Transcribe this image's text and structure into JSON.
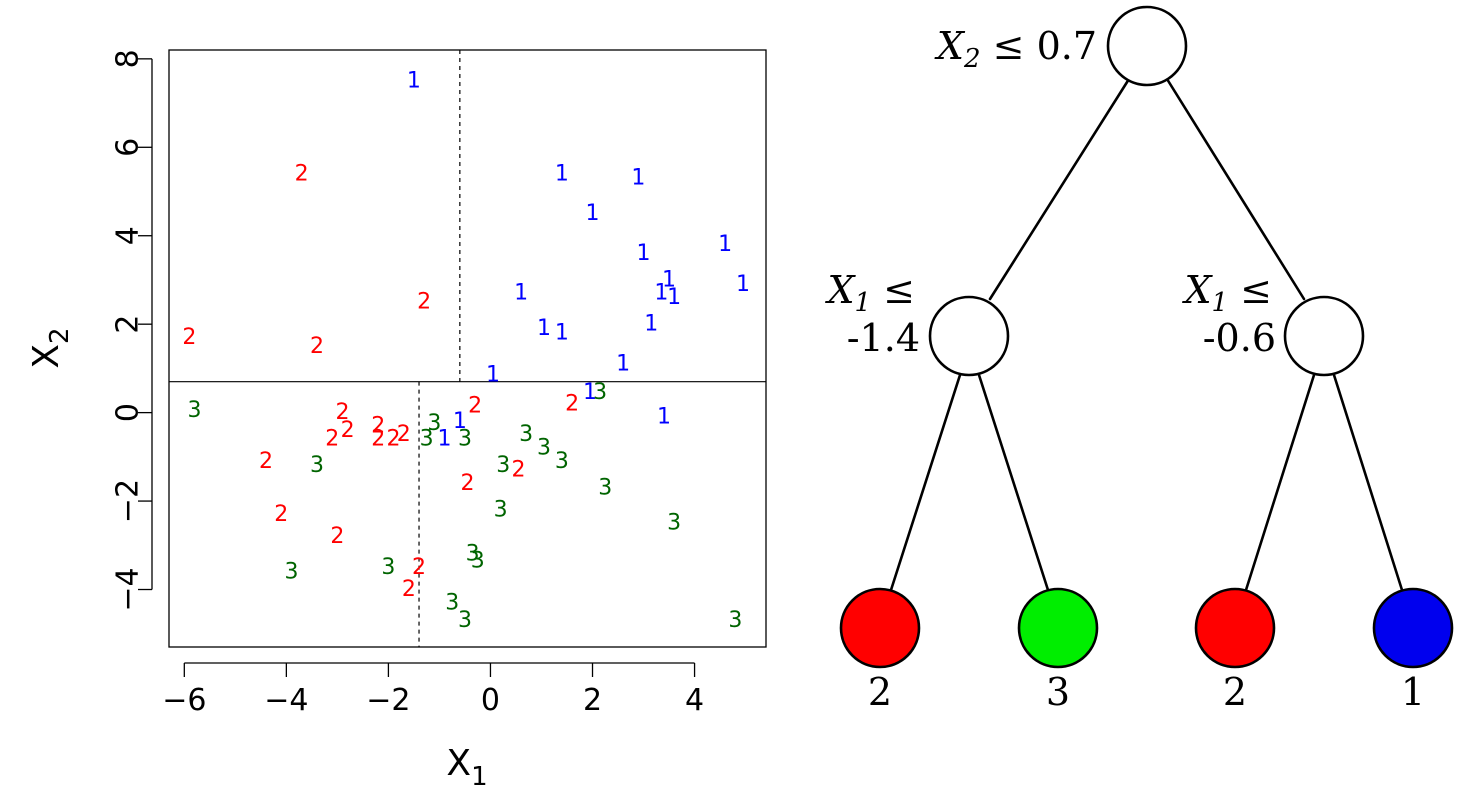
{
  "chart_data": [
    {
      "type": "scatter",
      "xlabel": "X",
      "xlabel_sub": "1",
      "ylabel": "X",
      "ylabel_sub": "2",
      "xlim": [
        -6.3,
        5.4
      ],
      "ylim": [
        -5.3,
        8.2
      ],
      "xticks": [
        -6,
        -4,
        -2,
        0,
        2,
        4
      ],
      "xtick_labels": [
        "−6",
        "−4",
        "−2",
        "0",
        "2",
        "4"
      ],
      "yticks": [
        -4,
        -2,
        0,
        2,
        4,
        6,
        8
      ],
      "ytick_labels": [
        "−4",
        "−2",
        "0",
        "2",
        "4",
        "6",
        "8"
      ],
      "grid": false,
      "colors": {
        "1": "#0000ff",
        "2": "#ff0000",
        "3": "#006400"
      },
      "splits": [
        {
          "orientation": "horizontal",
          "value": 0.7,
          "style": "solid"
        },
        {
          "orientation": "vertical",
          "value": -1.4,
          "range": [
            -5.3,
            0.7
          ],
          "style": "dashed"
        },
        {
          "orientation": "vertical",
          "value": -0.6,
          "range": [
            0.7,
            8.2
          ],
          "style": "dashed"
        }
      ],
      "series": [
        {
          "name": "1",
          "points": [
            [
              -1.5,
              7.5
            ],
            [
              1.4,
              5.4
            ],
            [
              2.9,
              5.3
            ],
            [
              2.0,
              4.5
            ],
            [
              3.0,
              3.6
            ],
            [
              4.6,
              3.8
            ],
            [
              4.95,
              2.9
            ],
            [
              3.5,
              3.0
            ],
            [
              3.35,
              2.7
            ],
            [
              3.6,
              2.6
            ],
            [
              0.6,
              2.7
            ],
            [
              1.05,
              1.9
            ],
            [
              1.4,
              1.8
            ],
            [
              3.15,
              2.0
            ],
            [
              2.6,
              1.1
            ],
            [
              0.05,
              0.85
            ],
            [
              1.95,
              0.45
            ],
            [
              3.4,
              -0.1
            ],
            [
              -0.6,
              -0.2
            ],
            [
              -0.9,
              -0.6
            ]
          ]
        },
        {
          "name": "2",
          "points": [
            [
              -3.7,
              5.4
            ],
            [
              -1.3,
              2.5
            ],
            [
              -5.9,
              1.7
            ],
            [
              -3.4,
              1.5
            ],
            [
              -2.9,
              0.0
            ],
            [
              -2.2,
              -0.3
            ],
            [
              -2.8,
              -0.4
            ],
            [
              -3.1,
              -0.6
            ],
            [
              -2.2,
              -0.6
            ],
            [
              -1.9,
              -0.6
            ],
            [
              -1.7,
              -0.5
            ],
            [
              -0.3,
              0.15
            ],
            [
              1.6,
              0.2
            ],
            [
              -4.4,
              -1.1
            ],
            [
              0.55,
              -1.3
            ],
            [
              -0.45,
              -1.6
            ],
            [
              -4.1,
              -2.3
            ],
            [
              -3.0,
              -2.8
            ],
            [
              -1.4,
              -3.5
            ],
            [
              -1.6,
              -4.0
            ]
          ]
        },
        {
          "name": "3",
          "points": [
            [
              -5.8,
              0.05
            ],
            [
              -1.1,
              -0.25
            ],
            [
              -1.25,
              -0.6
            ],
            [
              -0.5,
              -0.6
            ],
            [
              0.7,
              -0.5
            ],
            [
              1.05,
              -0.8
            ],
            [
              1.4,
              -1.1
            ],
            [
              2.15,
              0.45
            ],
            [
              -3.4,
              -1.2
            ],
            [
              0.25,
              -1.2
            ],
            [
              2.25,
              -1.7
            ],
            [
              0.2,
              -2.2
            ],
            [
              3.6,
              -2.5
            ],
            [
              -3.9,
              -3.6
            ],
            [
              -2.0,
              -3.5
            ],
            [
              -0.35,
              -3.2
            ],
            [
              -0.25,
              -3.35
            ],
            [
              -0.75,
              -4.3
            ],
            [
              -0.5,
              -4.7
            ],
            [
              4.8,
              -4.7
            ]
          ]
        }
      ]
    },
    {
      "type": "tree",
      "root": {
        "label_var": "X",
        "label_sub": "2",
        "op": "≤",
        "value": "0.7"
      },
      "internal": [
        {
          "label_var": "X",
          "label_sub": "1",
          "op": "≤",
          "value": "-1.4"
        },
        {
          "label_var": "X",
          "label_sub": "1",
          "op": "≤",
          "value": "-0.6"
        }
      ],
      "leaves": [
        {
          "label": "2",
          "color": "#ff0000"
        },
        {
          "label": "3",
          "color": "#00ee00"
        },
        {
          "label": "2",
          "color": "#ff0000"
        },
        {
          "label": "1",
          "color": "#0000ee"
        }
      ]
    }
  ]
}
